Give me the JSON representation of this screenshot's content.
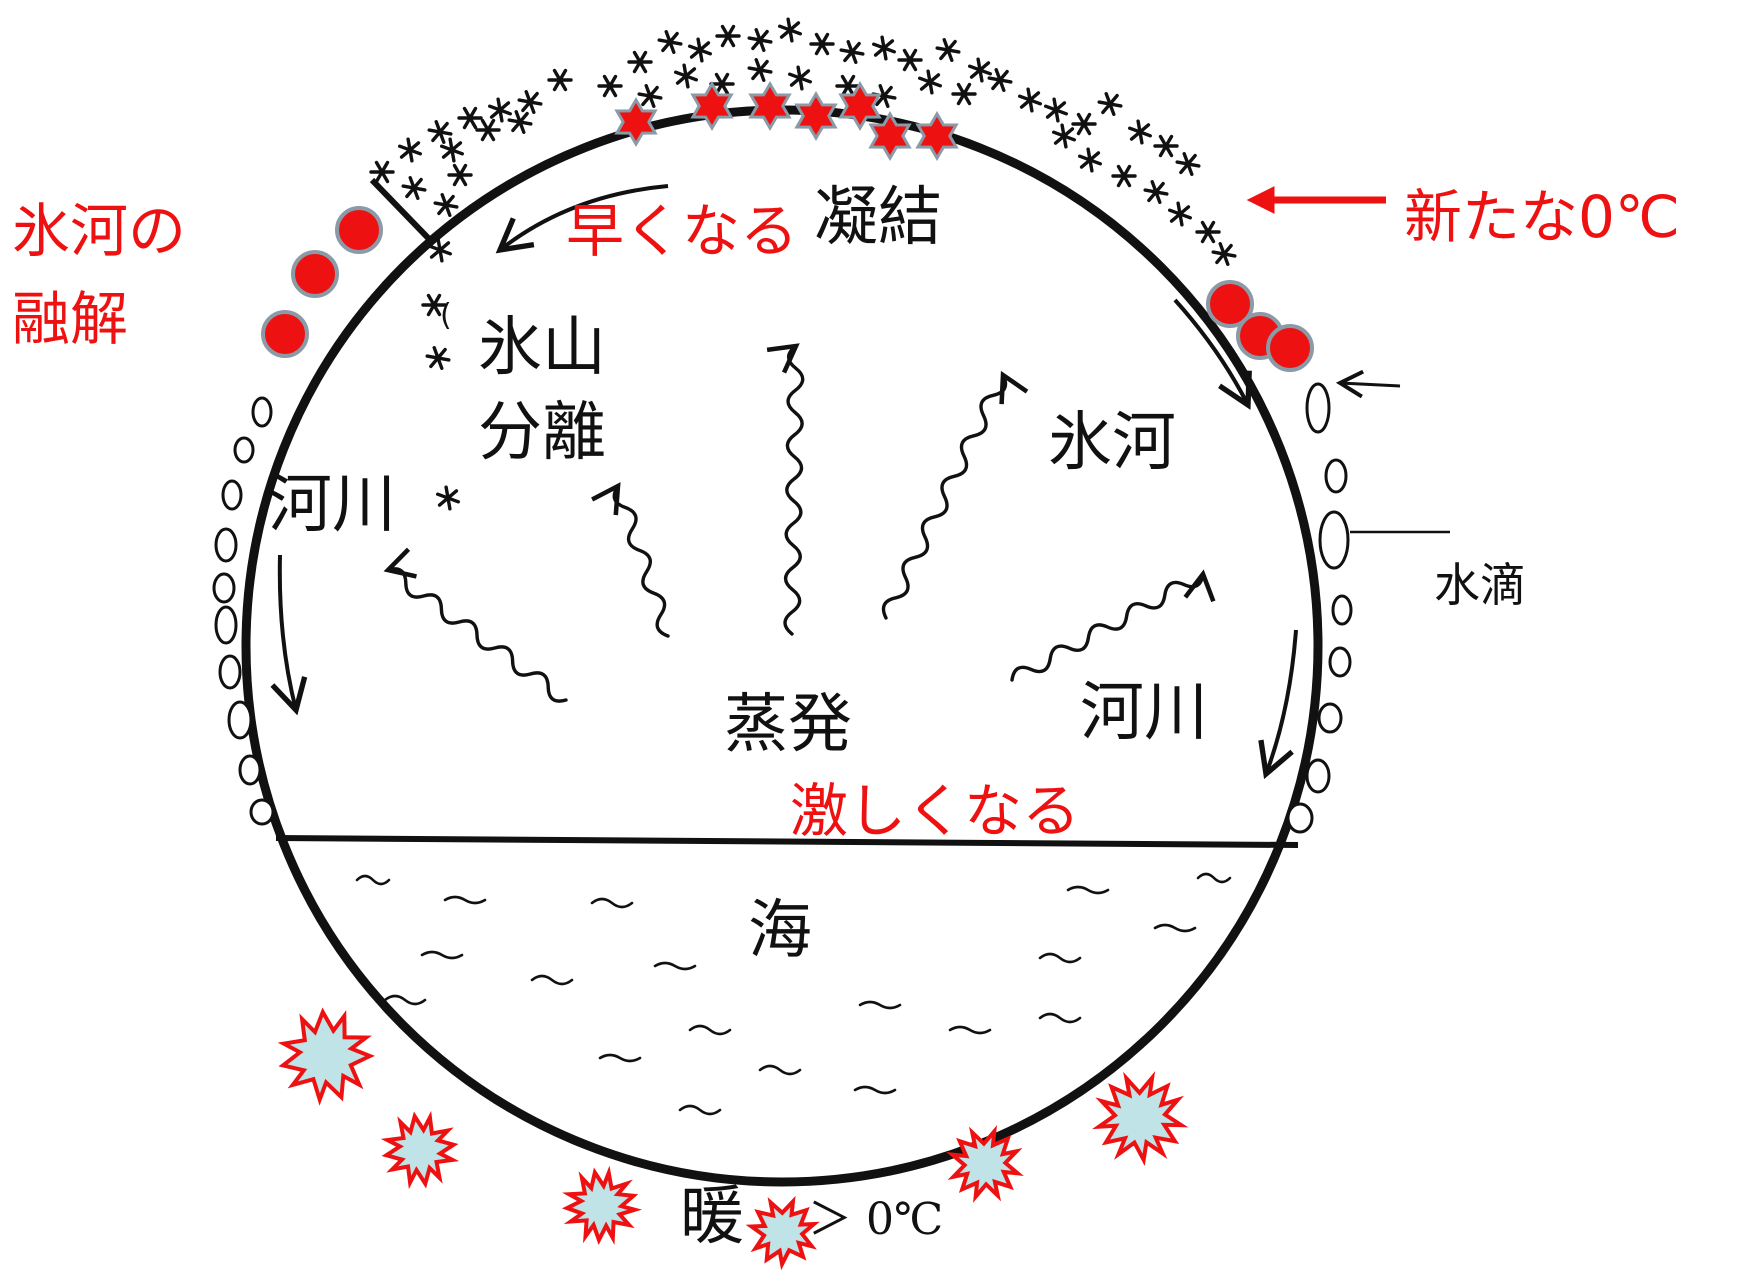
{
  "colors": {
    "ink": "#111111",
    "accent_red": "#ee1111",
    "star_fill": "#ee1111",
    "star_stroke": "#8a9aa6",
    "burst_fill": "#bfe3e6",
    "burst_stroke": "#ee1111"
  },
  "labels": {
    "condensation": "凝結",
    "faster": "早くなる",
    "new_zero_c": "新たな0℃",
    "glacier_melt_line1": "氷河の",
    "glacier_melt_line2": "融解",
    "iceberg_line1": "氷山",
    "iceberg_line2": "分離",
    "river_left": "河川",
    "glacier_right": "氷河",
    "water_drop": "水滴",
    "evaporation": "蒸発",
    "intensify": "激しくなる",
    "river_right": "河川",
    "sea": "海",
    "warm": "暖",
    "greater_than_zero": "＞  0℃"
  },
  "icons": {
    "snowflake": "snowflake-icon",
    "red_star": "red-star-icon",
    "red_dot": "melting-dot-icon",
    "heat_burst": "heat-burst-icon",
    "evaporation_arrow": "wavy-arrow-icon"
  }
}
